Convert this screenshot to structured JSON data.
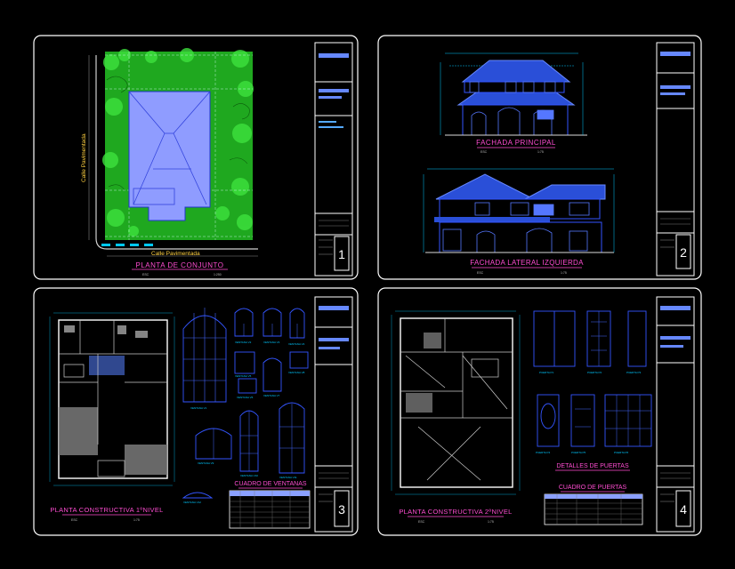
{
  "colors": {
    "background": "#000000",
    "sheet_border": "#ffffff",
    "drawing_line": "#3355ff",
    "dimension_line": "#00c8ff",
    "vegetation": "#2bd82b",
    "roof_fill": "#2a4fd8",
    "floor_pattern": "#8b8b8b",
    "title_text": "#ff4dd2",
    "plan_fill": "#8f9cff"
  },
  "sheets": [
    {
      "id": "sheet-1",
      "drawing_title": "PLANTA DE CONJUNTO",
      "scale_left": "ESC",
      "scale_right": "1:250",
      "street_bottom": "Calle Pavimentada",
      "street_left": "Calle Pavimentada"
    },
    {
      "id": "sheet-2",
      "title_top": "FACHADA PRINCIPAL",
      "scale_top_left": "ESC",
      "scale_top_right": "1:75",
      "title_bottom": "FACHADA LATERAL IZQUIERDA",
      "scale_bottom_left": "ESC",
      "scale_bottom_right": "1:75"
    },
    {
      "id": "sheet-3",
      "drawing_title": "PLANTA CONSTRUCTIVA 1ºNIVEL",
      "scale_left": "ESC",
      "scale_right": "1:75",
      "table_title": "CUADRO DE VENTANAS",
      "window_labels": [
        "VENTANA V1",
        "VENTANA V2",
        "VENTANA V3",
        "VENTANA V4",
        "VENTANA V5",
        "VENTANA V6",
        "VENTANA V7",
        "VENTANA V8",
        "VENTANA V9",
        "VENTANA V10",
        "VENTANA V11",
        "VENTANA V12"
      ]
    },
    {
      "id": "sheet-4",
      "drawing_title": "PLANTA CONSTRUCTIVA 2ºNIVEL",
      "scale_left": "ESC",
      "scale_right": "1:75",
      "details_title": "DETALLES DE PUERTAS",
      "table_title": "CUADRO DE PUERTAS",
      "door_labels": [
        "PUERTA P1",
        "PUERTA P2",
        "PUERTA P3",
        "PUERTA P4",
        "PUERTA P5",
        "PUERTA P6"
      ]
    }
  ]
}
